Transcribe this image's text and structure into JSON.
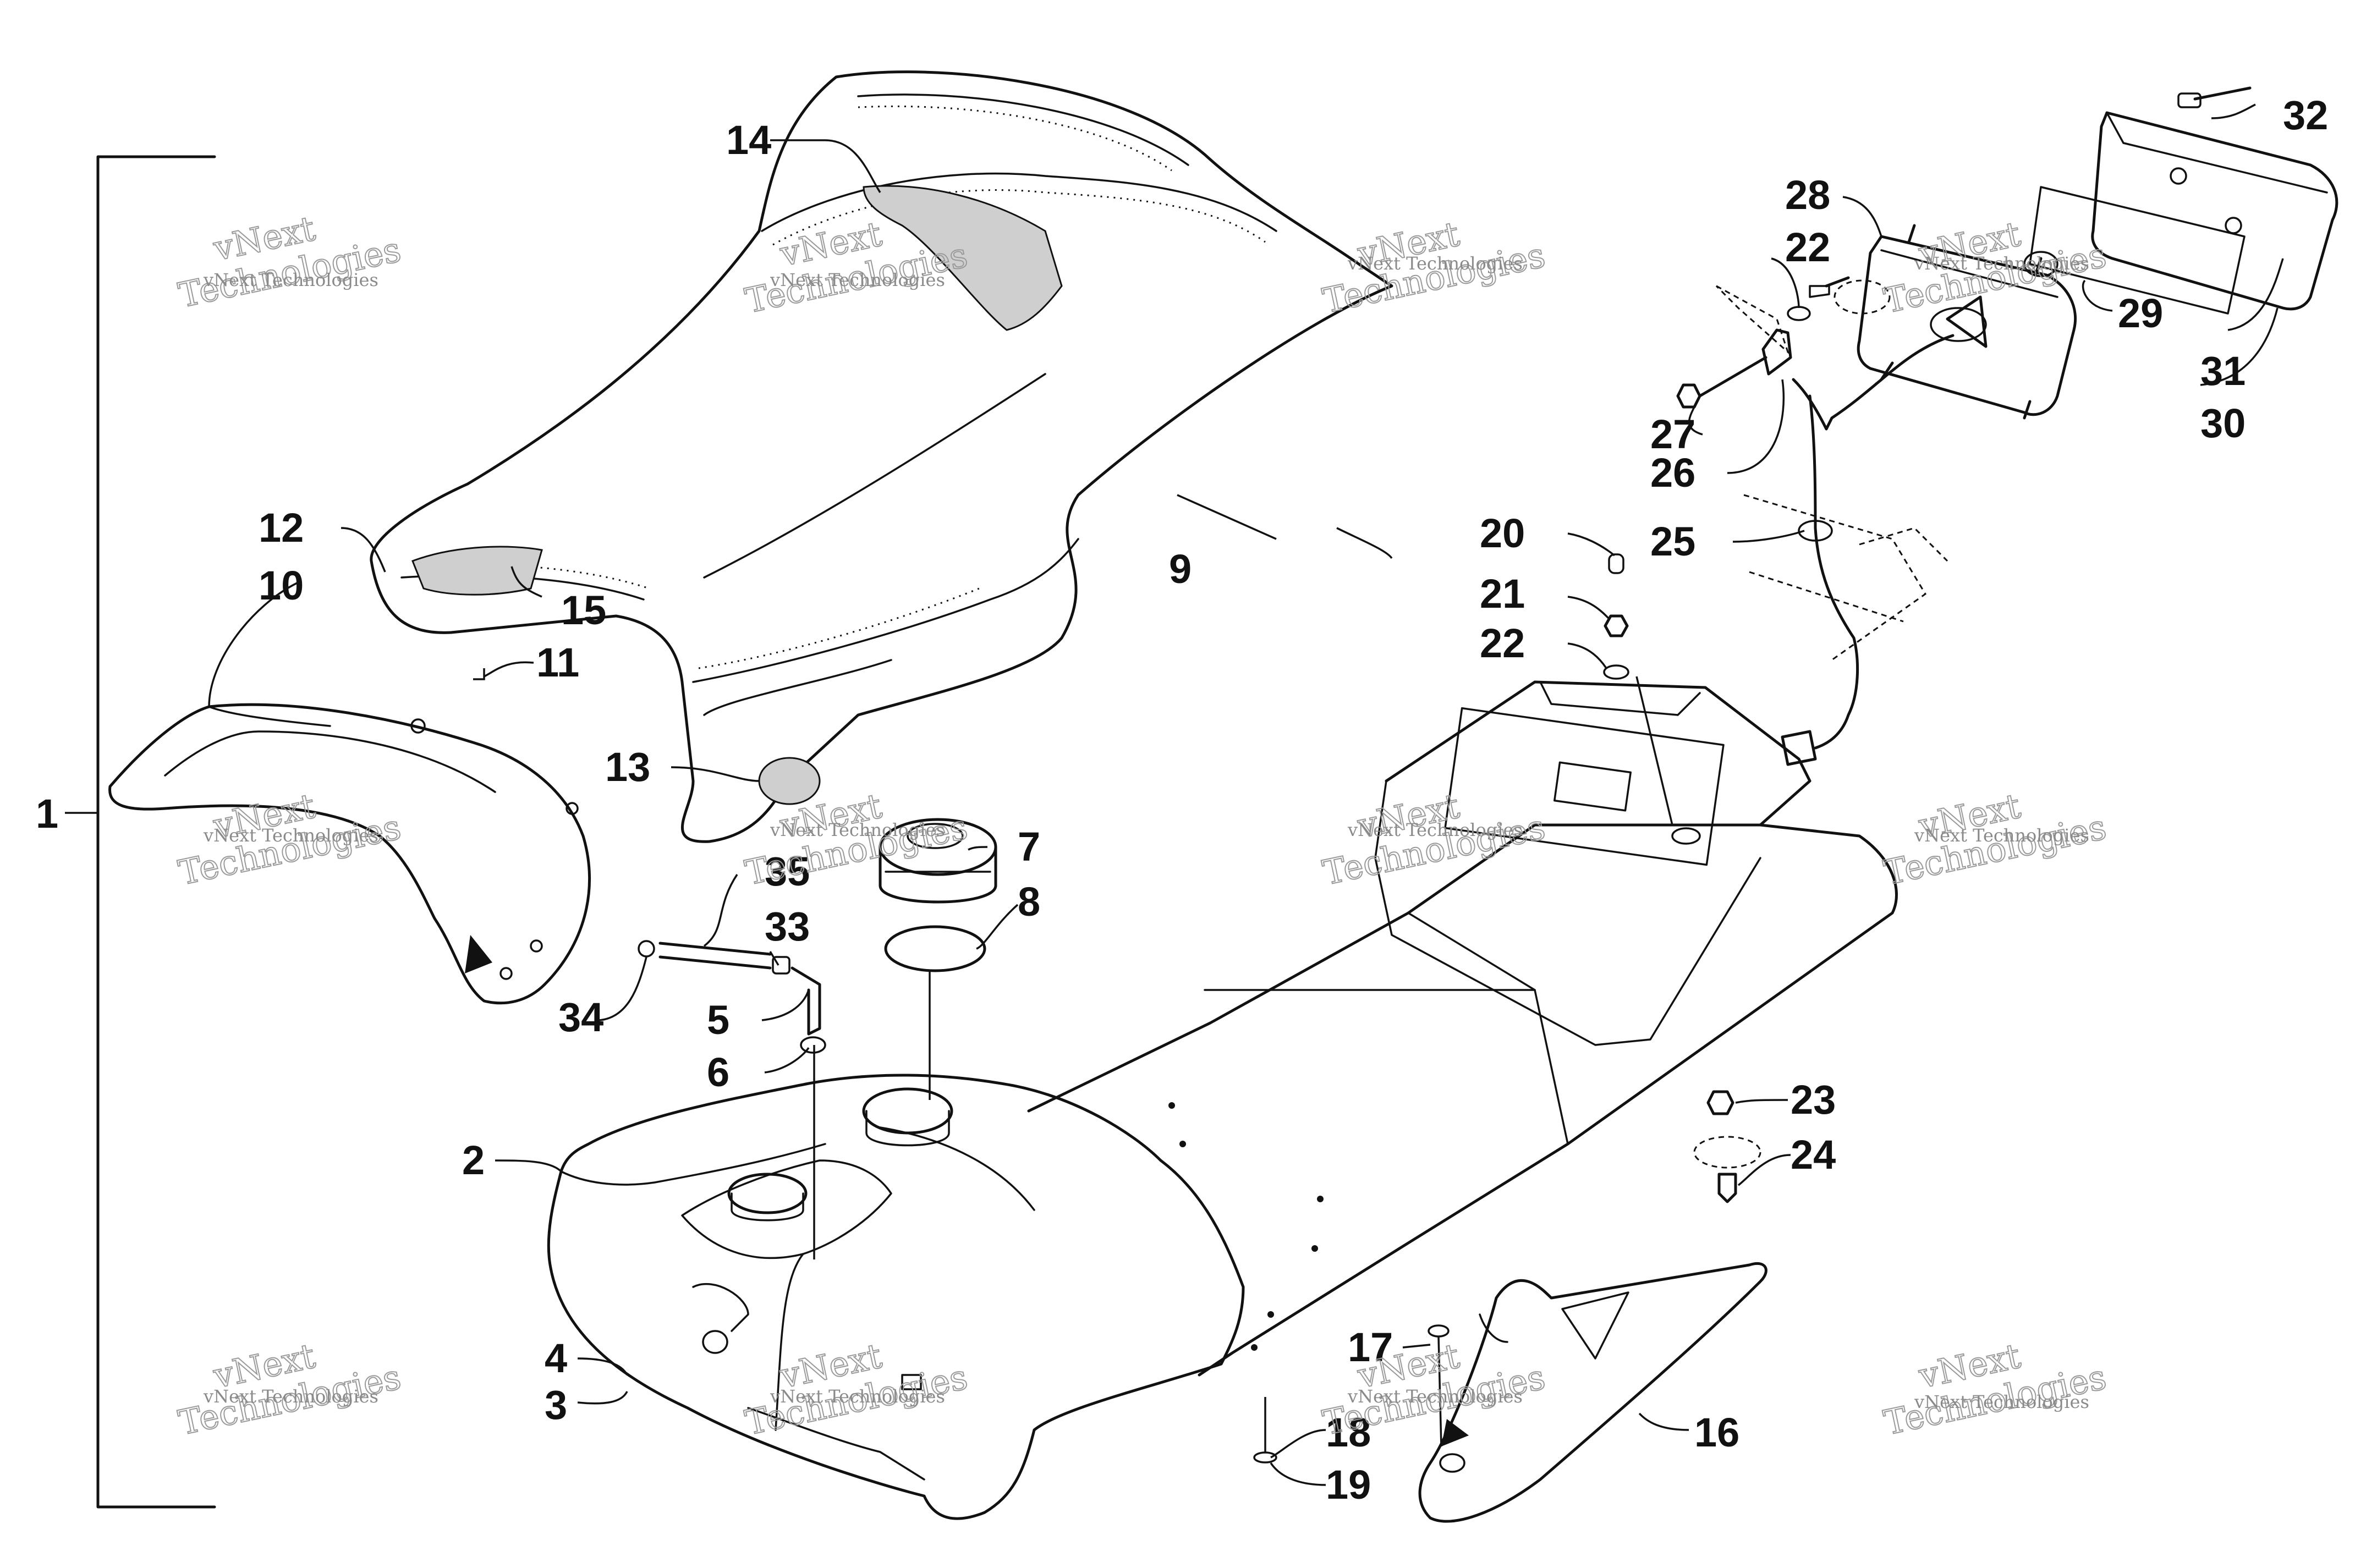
{
  "diagram": {
    "watermark": {
      "line1": "vNext",
      "line2": "Technologies",
      "caption": "vNext Technologies"
    },
    "callouts": [
      {
        "id": "c1",
        "label": "1"
      },
      {
        "id": "c2",
        "label": "2"
      },
      {
        "id": "c3",
        "label": "3"
      },
      {
        "id": "c4",
        "label": "4"
      },
      {
        "id": "c5",
        "label": "5"
      },
      {
        "id": "c6",
        "label": "6"
      },
      {
        "id": "c7",
        "label": "7"
      },
      {
        "id": "c8",
        "label": "8"
      },
      {
        "id": "c9",
        "label": "9"
      },
      {
        "id": "c10",
        "label": "10"
      },
      {
        "id": "c11",
        "label": "11"
      },
      {
        "id": "c12",
        "label": "12"
      },
      {
        "id": "c13",
        "label": "13"
      },
      {
        "id": "c14",
        "label": "14"
      },
      {
        "id": "c15",
        "label": "15"
      },
      {
        "id": "c16",
        "label": "16"
      },
      {
        "id": "c17",
        "label": "17"
      },
      {
        "id": "c18",
        "label": "18"
      },
      {
        "id": "c19",
        "label": "19"
      },
      {
        "id": "c20",
        "label": "20"
      },
      {
        "id": "c21",
        "label": "21"
      },
      {
        "id": "c22a",
        "label": "22"
      },
      {
        "id": "c22b",
        "label": "22"
      },
      {
        "id": "c23",
        "label": "23"
      },
      {
        "id": "c24",
        "label": "24"
      },
      {
        "id": "c25",
        "label": "25"
      },
      {
        "id": "c26",
        "label": "26"
      },
      {
        "id": "c27",
        "label": "27"
      },
      {
        "id": "c28",
        "label": "28"
      },
      {
        "id": "c29",
        "label": "29"
      },
      {
        "id": "c30",
        "label": "30"
      },
      {
        "id": "c31",
        "label": "31"
      },
      {
        "id": "c32",
        "label": "32"
      },
      {
        "id": "c33",
        "label": "33"
      },
      {
        "id": "c34",
        "label": "34"
      },
      {
        "id": "c35",
        "label": "35"
      }
    ]
  }
}
